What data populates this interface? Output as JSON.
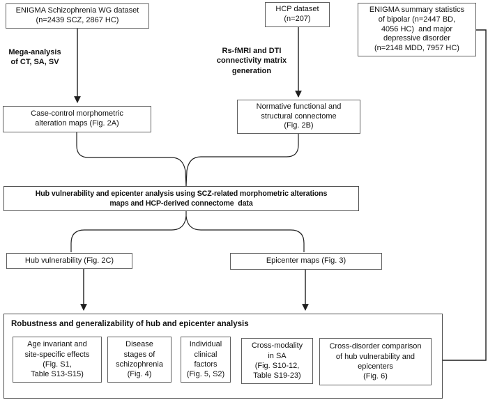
{
  "diagram": {
    "nodes": {
      "enigma_scz": {
        "label": "ENIGMA Schizophrenia WG dataset\n(n=2439 SCZ, 2867 HC)"
      },
      "hcp": {
        "label": "HCP dataset\n(n=207)"
      },
      "enigma_summary": {
        "label": "ENIGMA summary statistics\nof bipolar (n=2447 BD,\n4056 HC)  and major\ndepressive disorder\n(n=2148 MDD, 7957 HC)"
      },
      "case_control": {
        "label": "Case-control morphometric\nalteration maps (Fig. 2A)"
      },
      "normative": {
        "label": "Normative functional and\nstructural connectome\n(Fig. 2B)"
      },
      "analysis": {
        "label": "Hub vulnerability and epicenter analysis using SCZ-related morphometric alterations\nmaps and HCP-derived connectome  data"
      },
      "hub_vulnerability": {
        "label": "Hub vulnerability (Fig. 2C)"
      },
      "epicenter_maps": {
        "label": "Epicenter maps (Fig. 3)"
      },
      "robustness": {
        "title": "Robustness and generalizability of hub and epicenter analysis",
        "children": [
          {
            "label": "Age invariant and\nsite-specific effects\n(Fig. S1,\nTable S13-S15)"
          },
          {
            "label": "Disease\nstages of\nschizophrenia\n(Fig. 4)"
          },
          {
            "label": "Individual\nclinical\nfactors\n(Fig. 5, S2)"
          },
          {
            "label": "Cross-modality\nin SA\n(Fig. S10-12,\nTable S19-23)"
          },
          {
            "label": "Cross-disorder comparison\nof hub vulnerability and\nepicenters\n(Fig. 6)"
          }
        ]
      }
    },
    "edge_labels": {
      "mega_analysis": "Mega-analysis\nof CT, SA, SV",
      "rsfmri": "Rs-fMRI and DTI\nconnectivity matrix\ngeneration"
    },
    "colors": {
      "line": "#1f1f1f",
      "border": "#606060",
      "text": "#111111",
      "background": "#ffffff"
    }
  }
}
